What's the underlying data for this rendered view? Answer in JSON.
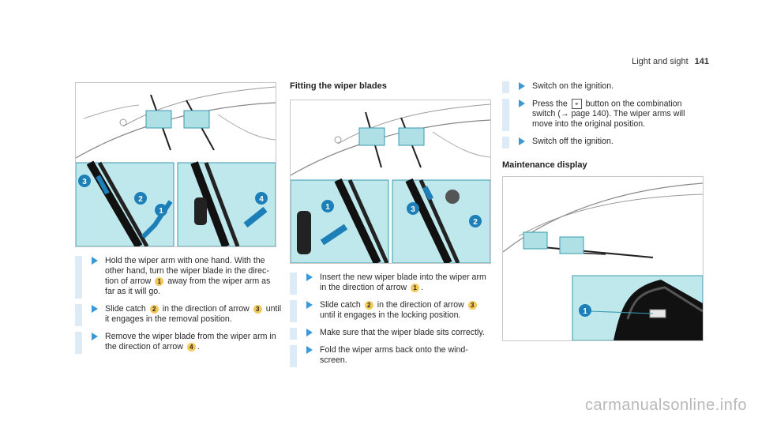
{
  "header": {
    "section": "Light and sight",
    "page_number": "141"
  },
  "col1": {
    "steps": [
      {
        "a": "Hold the wiper arm with one hand. With the other hand, turn the wiper blade in the direc- tion of arrow ",
        "n": "1",
        "b": " away from the wiper arm as far as it will go."
      },
      {
        "a": "Slide catch ",
        "n": "2",
        "b": " in the direction of arrow ",
        "n2": "3",
        "c": " until it engages in the removal position."
      },
      {
        "a": "Remove the wiper blade from the wiper arm in the direction of arrow ",
        "n": "4",
        "b": "."
      }
    ]
  },
  "col2": {
    "heading": "Fitting the wiper blades",
    "steps": [
      {
        "a": "Insert the new wiper blade into the wiper arm in the direction of arrow ",
        "n": "1",
        "b": "."
      },
      {
        "a": "Slide catch ",
        "n": "2",
        "b": " in the direction of arrow ",
        "n2": "3",
        "c": " until it engages in the locking position."
      },
      {
        "a": "Make sure that the wiper blade sits correctly."
      },
      {
        "a": "Fold the wiper arms back onto the wind- screen."
      }
    ]
  },
  "col3": {
    "steps": [
      {
        "a": "Switch on the ignition."
      },
      {
        "a": "Press the ",
        "sym": "⌖",
        "b": " button on the combination switch (→ page 140). The wiper arms will move into the original position."
      },
      {
        "a": "Switch off the ignition."
      }
    ],
    "heading": "Maintenance display"
  },
  "figures": {
    "fig1_labels": [
      "3",
      "2",
      "1",
      "4"
    ],
    "fig2_labels": [
      "1",
      "3",
      "2"
    ],
    "fig3_labels": [
      "1"
    ]
  },
  "watermark": "carmanualsonline.info"
}
